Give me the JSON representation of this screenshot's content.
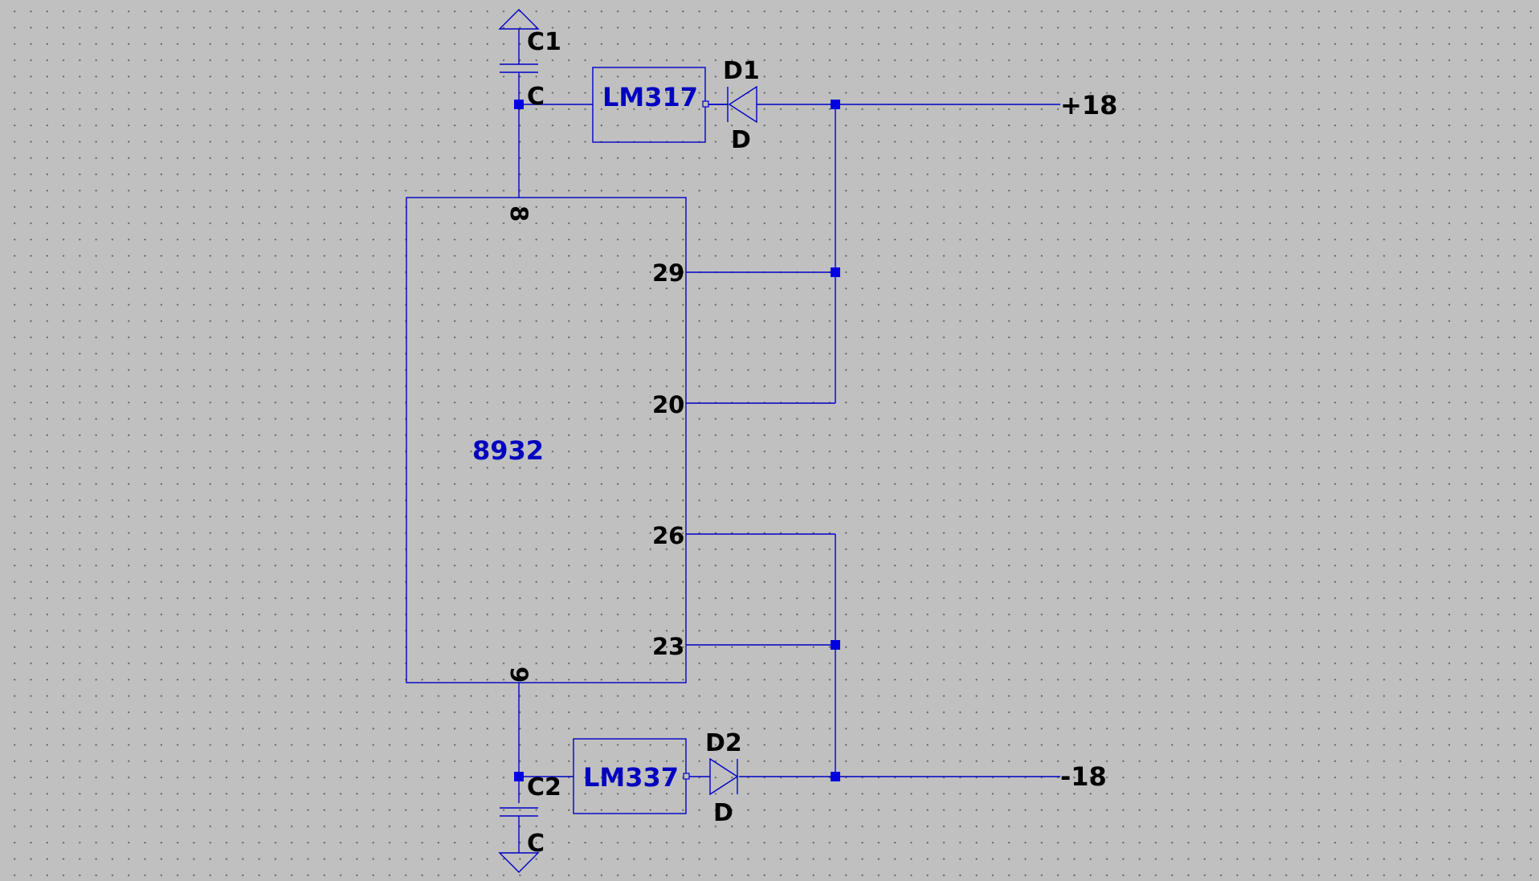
{
  "colors": {
    "background": "#c0c0c0",
    "grid_dot": "#5a5a5a",
    "wire": "#0000c8",
    "junction": "#0000e0",
    "part_text": "#0000c0",
    "label_text": "#000000"
  },
  "components": {
    "ic": {
      "part": "8932",
      "pin_top": "8",
      "pin_bottom": "9",
      "pins_right": [
        "29",
        "20",
        "26",
        "23"
      ]
    },
    "reg_top": {
      "part": "LM317"
    },
    "reg_bottom": {
      "part": "LM337"
    },
    "c1": {
      "ref": "C1",
      "value": "C"
    },
    "c2": {
      "ref": "C2",
      "value": "C"
    },
    "d1": {
      "ref": "D1",
      "value": "D"
    },
    "d2": {
      "ref": "D2",
      "value": "D"
    }
  },
  "nets": {
    "positive": "+18",
    "negative": "-18"
  }
}
